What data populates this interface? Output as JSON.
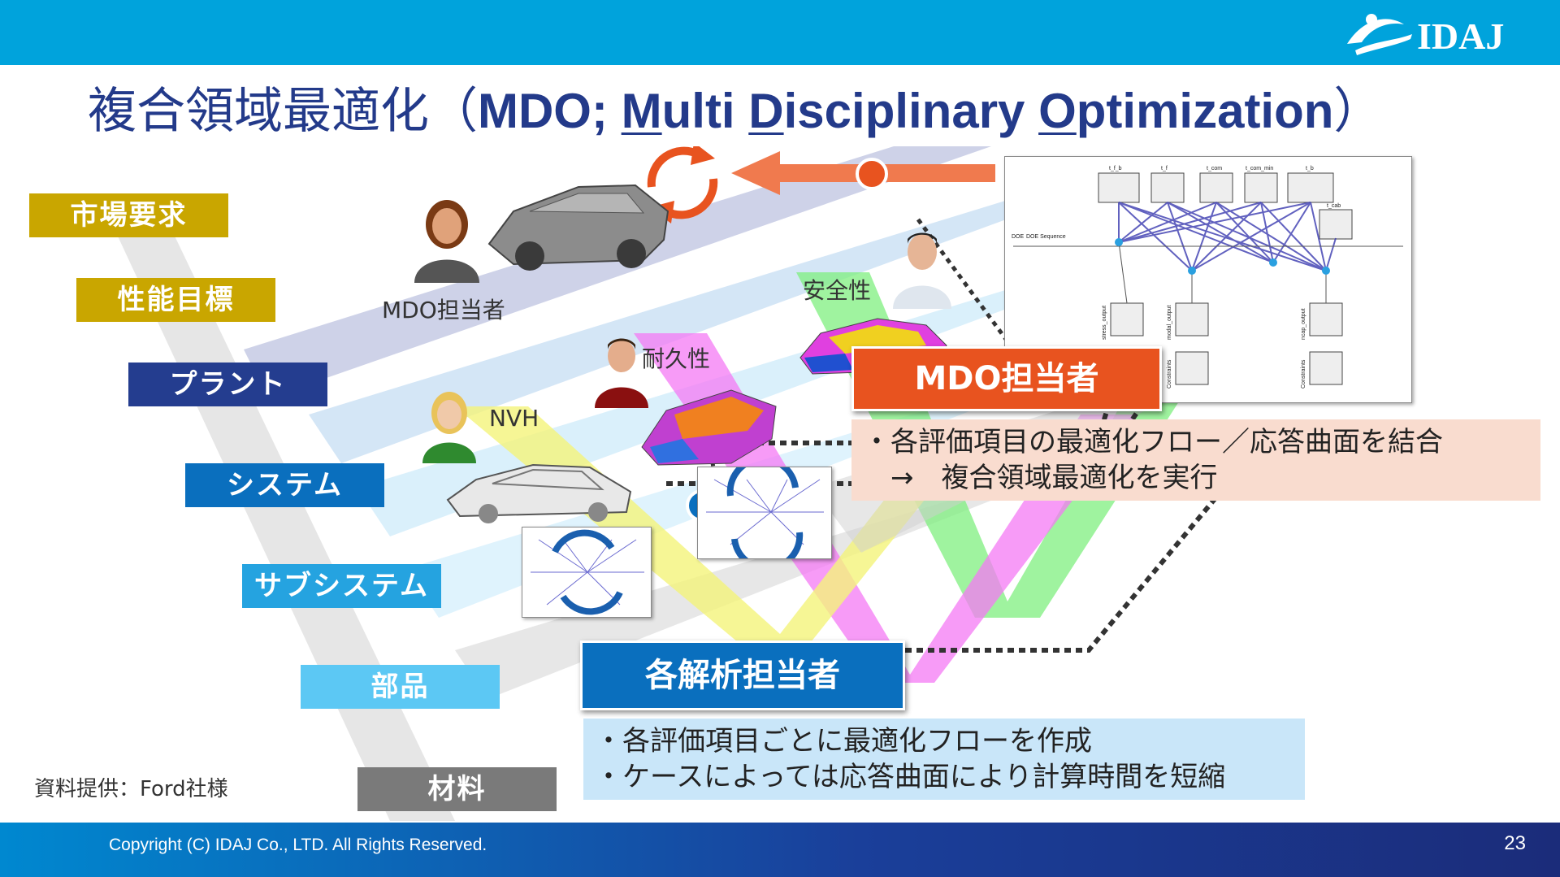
{
  "header": {
    "logo_text": "IDAJ",
    "title_jp": "複合領域最適化（",
    "title_en_prefix": "MDO; ",
    "title_m": "M",
    "title_ulti": "ulti ",
    "title_d": "D",
    "title_isciplinary": "isciplinary ",
    "title_o": "O",
    "title_ptimization": "ptimization",
    "title_close": "）"
  },
  "levels": [
    {
      "label": "市場要求",
      "color": "#c9a600"
    },
    {
      "label": "性能目標",
      "color": "#c9a600"
    },
    {
      "label": "プラント",
      "color": "#243d8f"
    },
    {
      "label": "システム",
      "color": "#0a6fbe"
    },
    {
      "label": "サブシステム",
      "color": "#25a3e0"
    },
    {
      "label": "部品",
      "color": "#5cc8f4"
    },
    {
      "label": "材料",
      "color": "#7a7a7a"
    }
  ],
  "captions": {
    "mdo_person": "MDO担当者",
    "safety": "安全性",
    "durability": "耐久性",
    "nvh": "NVH"
  },
  "mdo_box": {
    "title": "MDO担当者",
    "color": "#e8531f",
    "note_line1": "・各評価項目の最適化フロー／応答曲面を結合",
    "note_line2": "　→　複合領域最適化を実行",
    "note_bg": "#f9dccf"
  },
  "analyst_box": {
    "title": "各解析担当者",
    "color": "#0a6fbe",
    "note_line1": "・各評価項目ごとに最適化フローを作成",
    "note_line2": "・ケースによっては応答曲面により計算時間を短縮",
    "note_bg": "#c9e6f9"
  },
  "diagram_labels": {
    "t_f_b": "t_f_b",
    "t_f": "t_f",
    "t_com": "t_com",
    "t_com_min": "t_com_min",
    "t_b": "t_b",
    "t_cab": "t_cab",
    "stress_output": "stress_output",
    "modal_output": "modal_output",
    "ncap_output": "ncap_output",
    "constraints": "Constraints",
    "doe": "DOE",
    "doe_sequence": "DOE Sequence"
  },
  "footer": {
    "source": "資料提供：Ford社様",
    "copyright": "Copyright (C) IDAJ Co., LTD. All Rights Reserved.",
    "page": "23"
  }
}
